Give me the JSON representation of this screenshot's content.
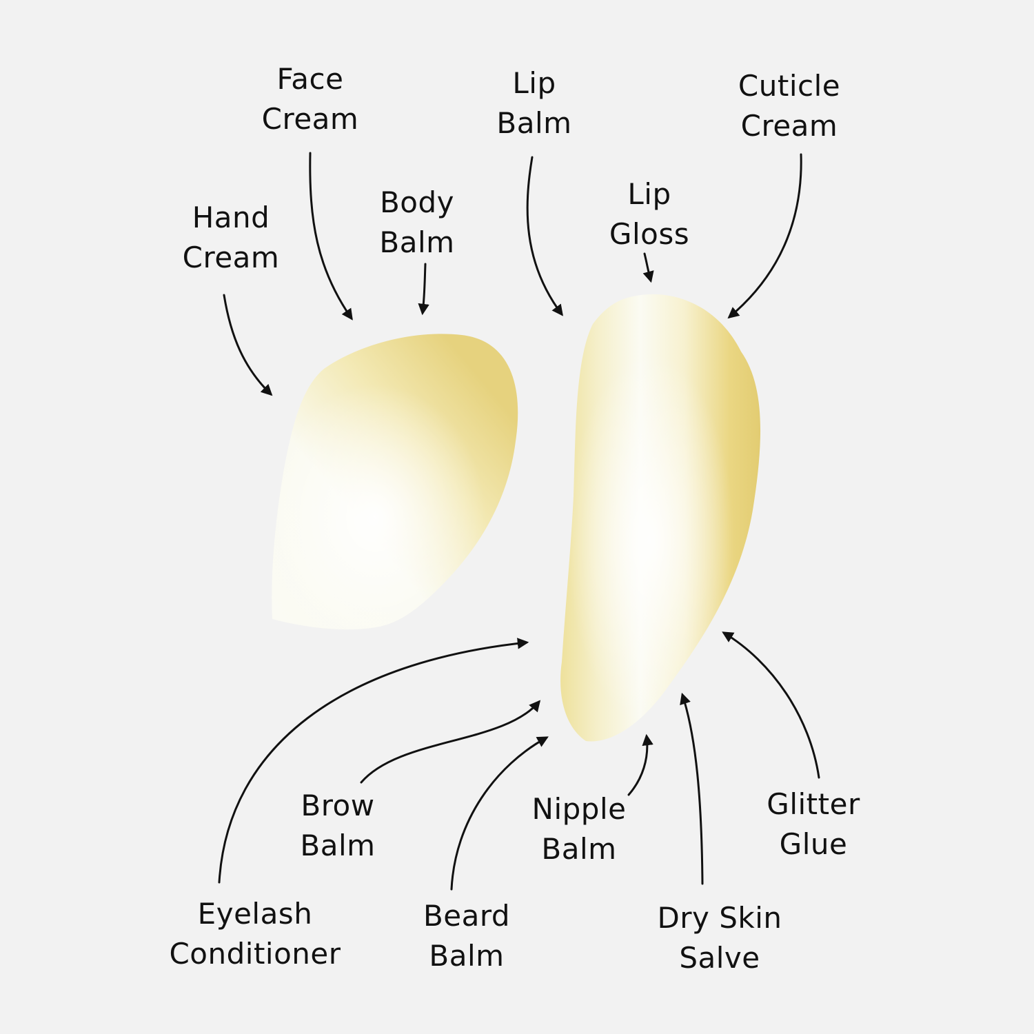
{
  "labels": {
    "face_cream": {
      "line1": "Face",
      "line2": "Cream"
    },
    "lip_balm": {
      "line1": "Lip",
      "line2": "Balm"
    },
    "cuticle_cream": {
      "line1": "Cuticle",
      "line2": "Cream"
    },
    "hand_cream": {
      "line1": "Hand",
      "line2": "Cream"
    },
    "body_balm": {
      "line1": "Body",
      "line2": "Balm"
    },
    "lip_gloss": {
      "line1": "Lip",
      "line2": "Gloss"
    },
    "brow_balm": {
      "line1": "Brow",
      "line2": "Balm"
    },
    "nipple_balm": {
      "line1": "Nipple",
      "line2": "Balm"
    },
    "glitter_glue": {
      "line1": "Glitter",
      "line2": "Glue"
    },
    "eyelash_conditioner": {
      "line1": "Eyelash",
      "line2": "Conditioner"
    },
    "beard_balm": {
      "line1": "Beard",
      "line2": "Balm"
    },
    "dry_skin_salve": {
      "line1": "Dry Skin",
      "line2": "Salve"
    }
  },
  "colors": {
    "background": "#f2f2f2",
    "balm_yellow": "#ecd98a",
    "balm_white": "#fbfbf2",
    "ink": "#111111"
  }
}
